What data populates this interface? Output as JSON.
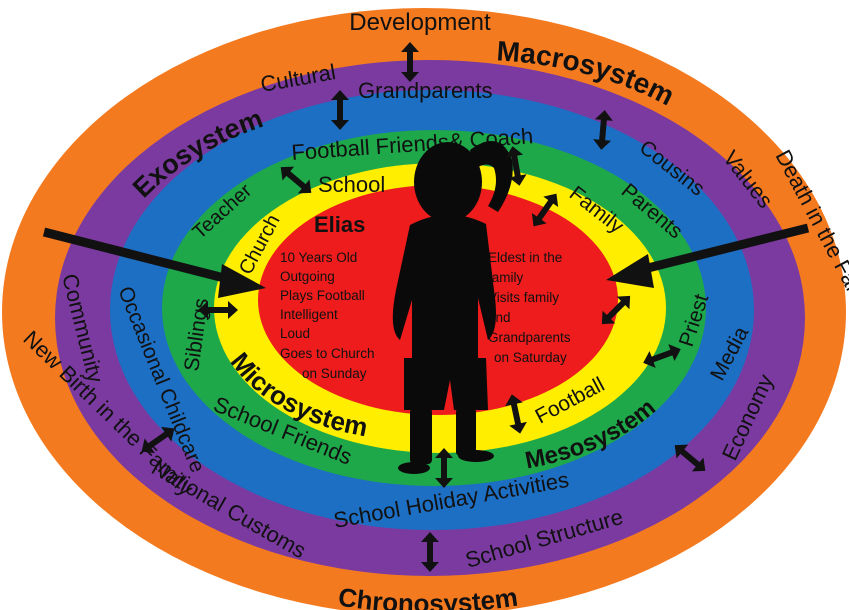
{
  "rings": {
    "chronosystem": {
      "title": "Chronosystem",
      "color": "#f47a20",
      "items": [
        "Development",
        "Death in the Family",
        "New Birth in the Family"
      ]
    },
    "macrosystem": {
      "title": "Macrosystem",
      "color": "#7a3aa0",
      "items": [
        "Cultural",
        "Values",
        "Community",
        "National Customs",
        "School Structure",
        "Economy"
      ]
    },
    "exosystem": {
      "title": "Exosystem",
      "color": "#1d6fc4",
      "items": [
        "Grandparents",
        "Cousins",
        "Occasional Childcare",
        "School Holiday Activities",
        "Media"
      ]
    },
    "mesosystem": {
      "title": "Mesosystem",
      "color": "#1ea84a",
      "items": [
        "Football Friends& Coach",
        "Teacher",
        "Parents",
        "Siblings",
        "School Friends",
        "Priest"
      ]
    },
    "microsystem": {
      "title": "Microsystem",
      "color": "#ffee00",
      "items": [
        "School",
        "Church",
        "Family",
        "Football"
      ]
    },
    "center": {
      "name": "Elias",
      "color": "#ee1c1c",
      "left_lines": [
        "10 Years Old",
        "Outgoing",
        "Plays Football",
        "Intelligent",
        "Loud",
        "Goes to Church",
        "on Sunday"
      ],
      "right_lines": [
        "Eldest in the",
        "family",
        "Visits family",
        "and",
        "Grandparents",
        "on Saturday"
      ]
    }
  }
}
